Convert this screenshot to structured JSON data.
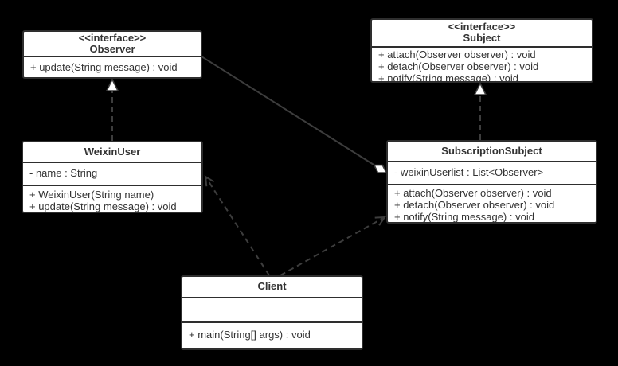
{
  "diagram": {
    "type": "uml-class-diagram",
    "pattern": "Observer",
    "colors": {
      "background": "#000000",
      "box_fill": "#ffffff",
      "box_border": "#2e2e2e",
      "connector": "#3d3d3d",
      "text": "#333333"
    }
  },
  "classes": {
    "observer": {
      "stereotype": "<<interface>>",
      "name": "Observer",
      "attributes": [],
      "methods": [
        "+ update(String message) : void"
      ]
    },
    "subject": {
      "stereotype": "<<interface>>",
      "name": "Subject",
      "attributes": [],
      "methods": [
        "+ attach(Observer observer) : void",
        "+ detach(Observer observer) : void",
        "+ notify(String message) : void"
      ]
    },
    "weixin_user": {
      "name": "WeixinUser",
      "attributes": [
        "- name : String"
      ],
      "methods": [
        "+ WeixinUser(String name)",
        "+ update(String message) : void"
      ]
    },
    "subscription_subject": {
      "name": "SubscriptionSubject",
      "attributes": [
        "- weixinUserlist : List<Observer>"
      ],
      "methods": [
        "+ attach(Observer observer) : void",
        "+ detach(Observer observer) : void",
        "+ notify(String message) : void"
      ]
    },
    "client": {
      "name": "Client",
      "attributes": [],
      "methods": [
        "+ main(String[] args) : void"
      ]
    }
  },
  "relations": [
    {
      "from": "WeixinUser",
      "to": "Observer",
      "type": "realization",
      "line": "dashed",
      "arrowhead": "hollow-triangle"
    },
    {
      "from": "SubscriptionSubject",
      "to": "Subject",
      "type": "realization",
      "line": "dashed",
      "arrowhead": "hollow-triangle"
    },
    {
      "from": "SubscriptionSubject",
      "to": "Observer",
      "type": "aggregation",
      "line": "solid",
      "arrowhead": "hollow-diamond"
    },
    {
      "from": "Client",
      "to": "WeixinUser",
      "type": "dependency",
      "line": "dashed",
      "arrowhead": "open-arrow"
    },
    {
      "from": "Client",
      "to": "SubscriptionSubject",
      "type": "dependency",
      "line": "dashed",
      "arrowhead": "open-arrow"
    }
  ]
}
